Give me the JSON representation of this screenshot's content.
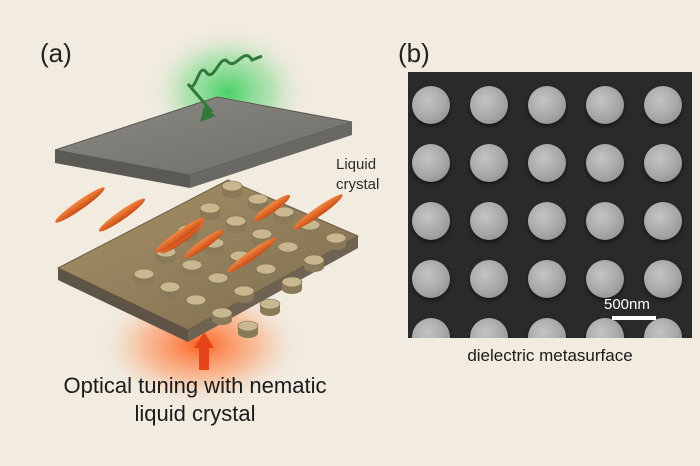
{
  "panel_a": {
    "label": "(a)",
    "liquid_crystal_label": "Liquid crystal",
    "caption_line1": "Optical tuning with nematic",
    "caption_line2": "liquid crystal",
    "colors": {
      "green_light": "#2f9e4f",
      "pump_arrow": "#e8441c",
      "lc_molecule": "#e86a2a",
      "plate": "#8a8780",
      "substrate": "#9a8a6a"
    }
  },
  "panel_b": {
    "label": "(b)",
    "scale_bar_label": "500nm",
    "caption": "dielectric metasurface",
    "colors": {
      "background": "#2a2a2a",
      "pillar": "#a6a6a6"
    }
  }
}
